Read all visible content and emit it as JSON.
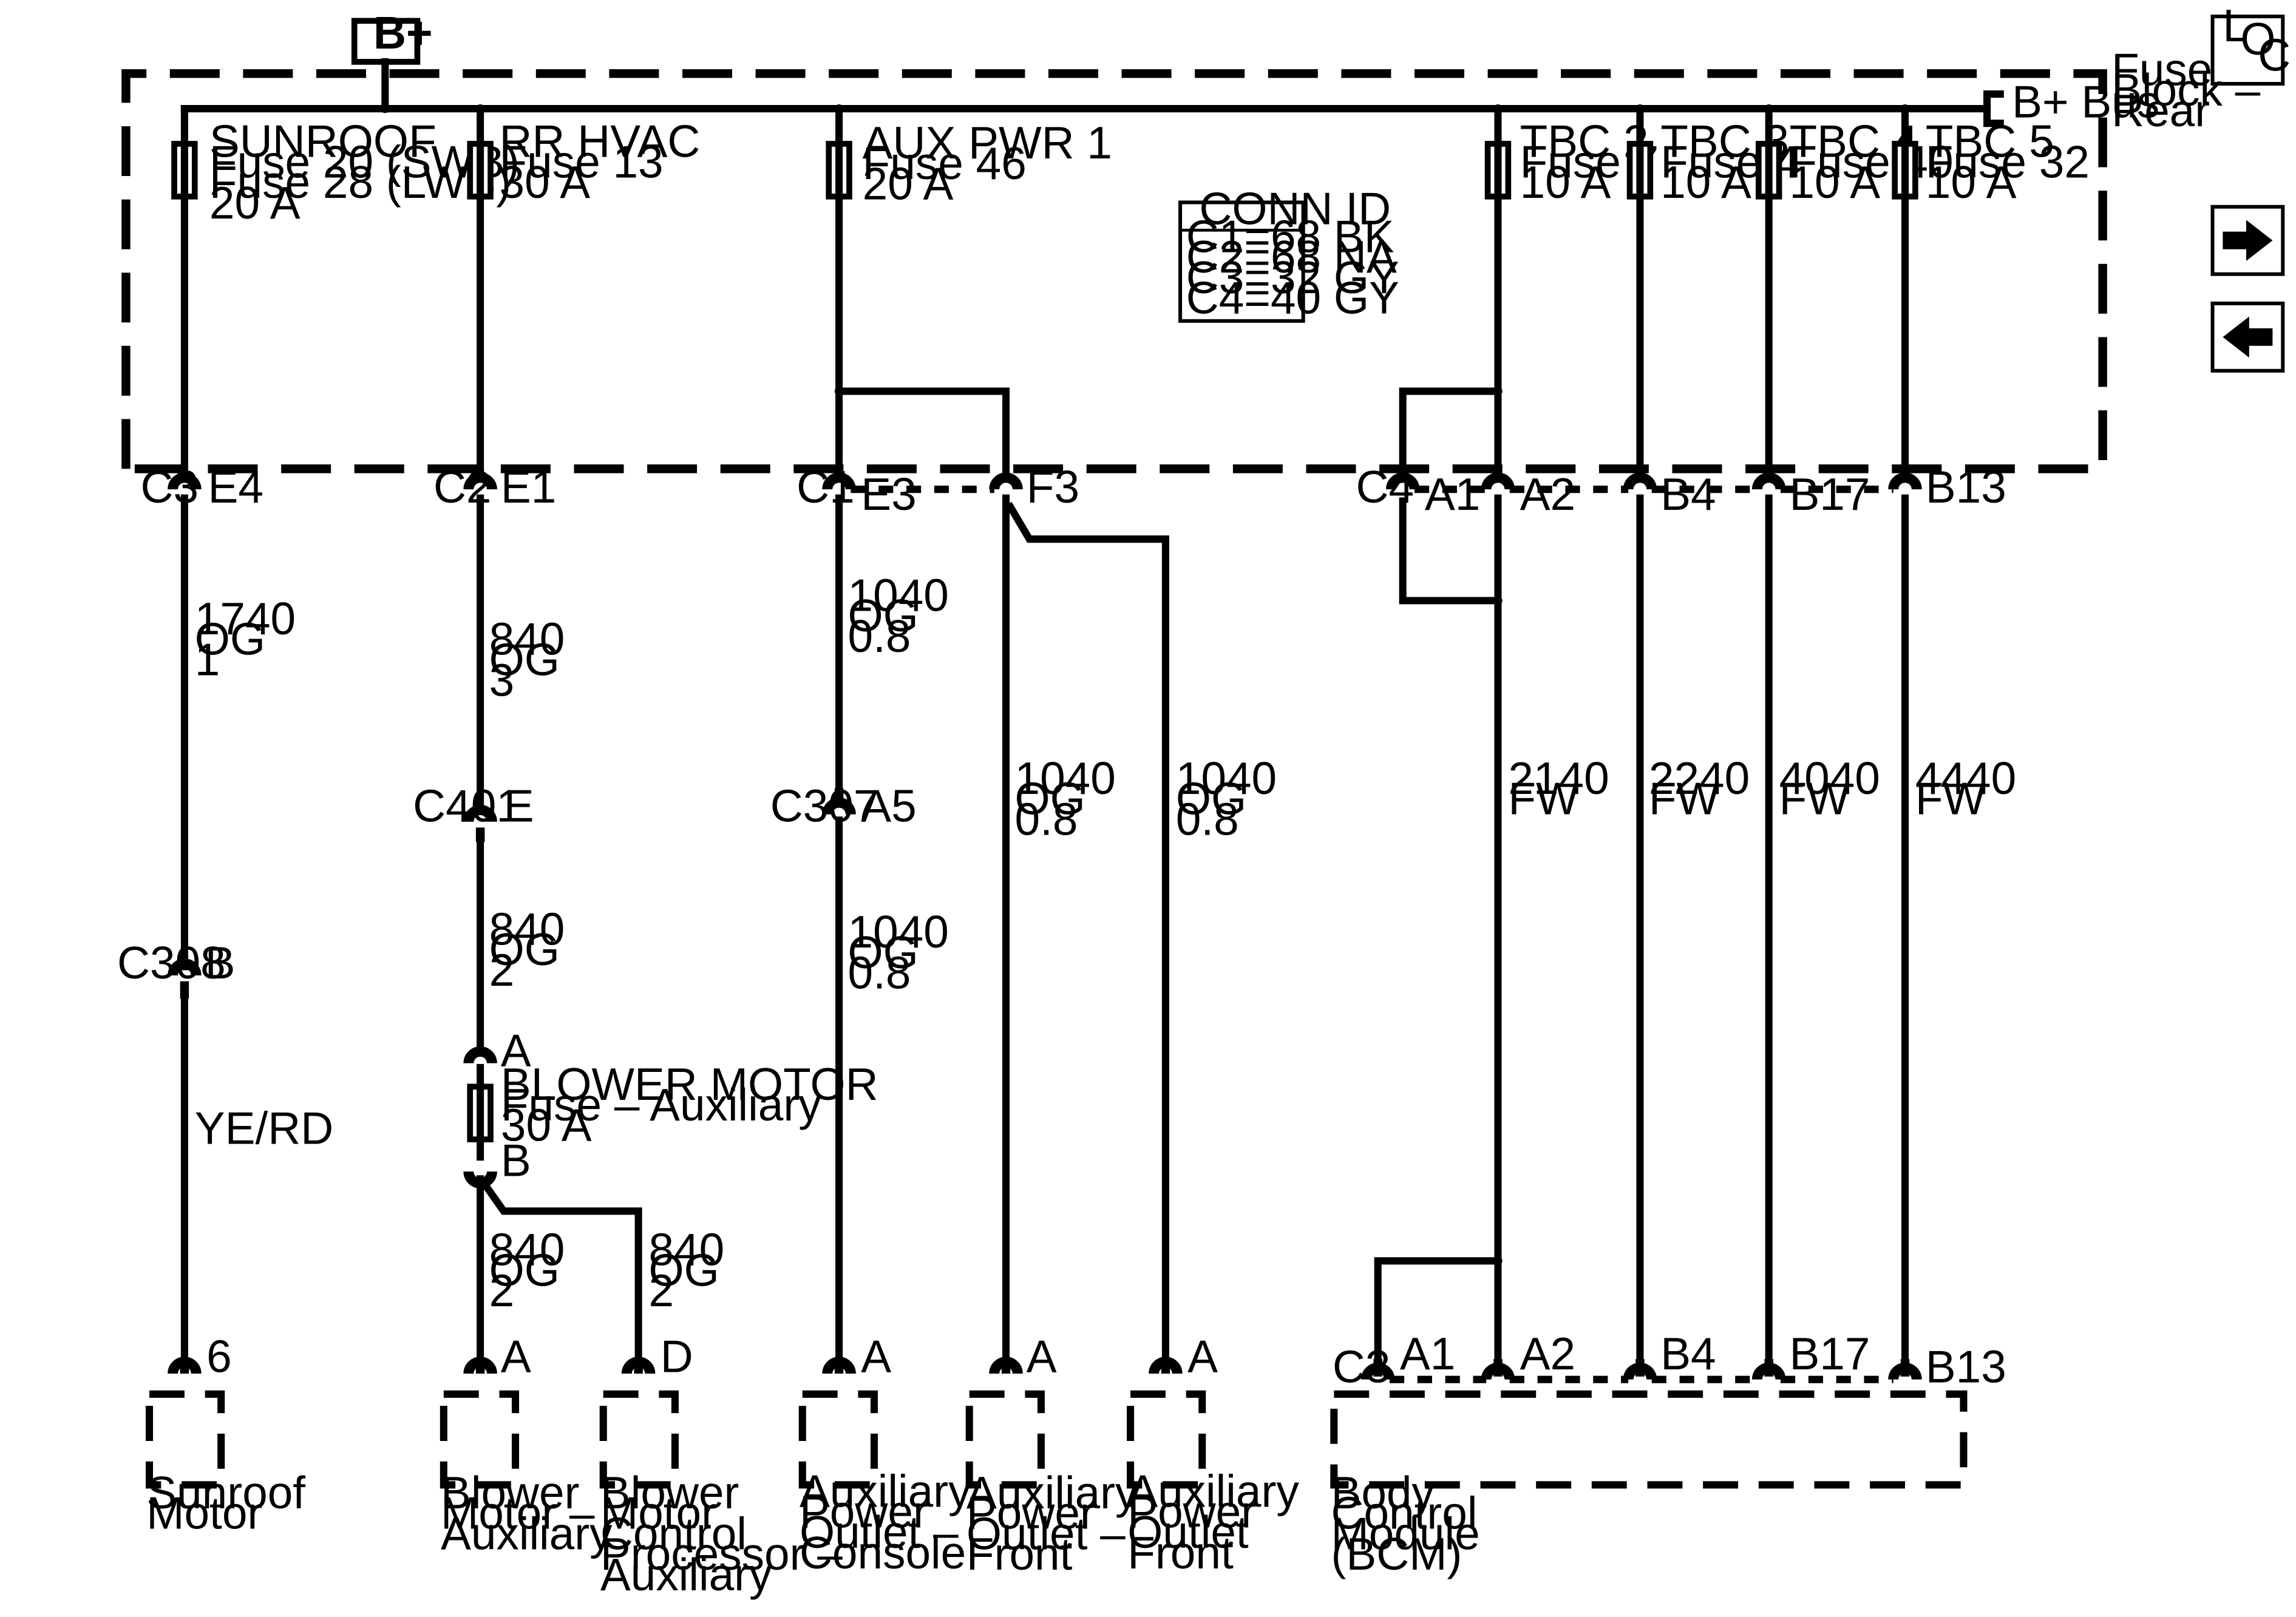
{
  "bplus_label": "B+",
  "bus": {
    "label": "B+ Bus"
  },
  "fuse_block_label": [
    "Fuse",
    "Block –",
    "Rear"
  ],
  "conn_id": {
    "title": "CONN ID",
    "rows": [
      "C1=68 BK",
      "C2=68 NA",
      "C3=32 GY",
      "C4=40 GY"
    ]
  },
  "nav": {
    "loc": [
      "L",
      "O",
      "C"
    ],
    "next_icon": "arrow-right-icon",
    "prev_icon": "arrow-left-icon"
  },
  "fuses": [
    [
      "SUNROOF",
      "Fuse 20 (SWB)",
      "Fuse 28 (LWB)",
      "20 A"
    ],
    [
      "RR HVAC",
      "Fuse 13",
      "30 A"
    ],
    [
      "AUX PWR 1",
      "Fuse 46",
      "20 A"
    ],
    [
      "TBC 2",
      "Fuse 7",
      "10 A"
    ],
    [
      "TBC 3",
      "Fuse 4",
      "10 A"
    ],
    [
      "TBC 4",
      "Fuse 40",
      "10 A"
    ],
    [
      "TBC 5",
      "Fuse 32",
      "10 A"
    ]
  ],
  "blower_fuse": [
    "BLOWER MOTOR",
    "Fuse – Auxiliary",
    "30 A"
  ],
  "connectors": {
    "c3_e4": [
      "C3",
      "E4"
    ],
    "c2_e1": [
      "C2",
      "E1"
    ],
    "c1_e3": [
      "C1",
      "E3"
    ],
    "f3": "F3",
    "c4_a1": [
      "C4",
      "A1"
    ],
    "a2": "A2",
    "b4": "B4",
    "b17": "B17",
    "b13": "B13",
    "c401": [
      "C401",
      "E"
    ],
    "c307": [
      "C307",
      "A5"
    ],
    "c308": [
      "C308",
      "B"
    ],
    "blower_a": "A",
    "blower_b": "B",
    "load_pins": [
      "6",
      "A",
      "D",
      "A",
      "A",
      "A"
    ],
    "bcm": [
      "C3",
      "A1",
      "A2",
      "B4",
      "B17",
      "B13"
    ]
  },
  "wires": {
    "w1740": [
      "1740",
      "OG",
      "1"
    ],
    "w840_3": [
      "840",
      "OG",
      "3"
    ],
    "w840_2a": [
      "840",
      "OG",
      "2"
    ],
    "w840_2b": [
      "840",
      "OG",
      "2"
    ],
    "w840_2c": [
      "840",
      "OG",
      "2"
    ],
    "w1040_a": [
      "1040",
      "OG",
      "0.8"
    ],
    "w1040_b": [
      "1040",
      "OG",
      "0.8"
    ],
    "w1040_c": [
      "1040",
      "OG",
      "0.8"
    ],
    "w1040_d": [
      "1040",
      "OG",
      "0.8"
    ],
    "w2140": [
      "2140",
      "FW"
    ],
    "w2240": [
      "2240",
      "FW"
    ],
    "w4040": [
      "4040",
      "FW"
    ],
    "w4440": [
      "4440",
      "FW"
    ],
    "yerd": "YE/RD"
  },
  "components": [
    [
      "Sunroof",
      "Motor"
    ],
    [
      "Blower",
      "Motor –",
      "Auxiliary"
    ],
    [
      "Blower",
      "Motor",
      "Control",
      "Processor –",
      "Auxiliary"
    ],
    [
      "Auxiliary",
      "Power",
      "Outlet –",
      "Console"
    ],
    [
      "Auxiliary",
      "Power",
      "Outlet –",
      "Front"
    ],
    [
      "Auxiliary",
      "Power",
      "Outlet",
      "Front"
    ],
    [
      "Body",
      "Control",
      "Module",
      "(BCM)"
    ]
  ]
}
